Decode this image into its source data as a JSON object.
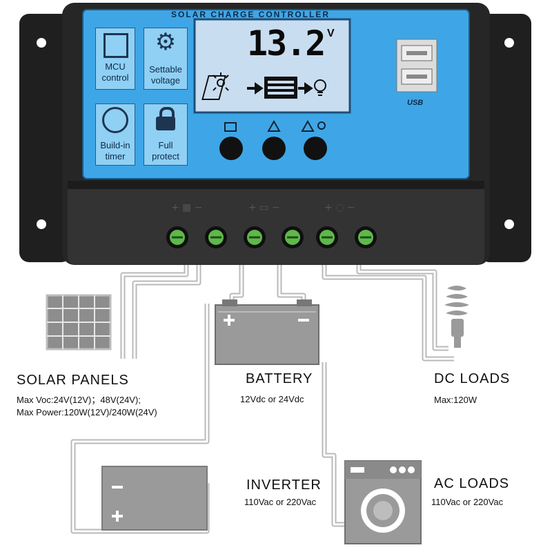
{
  "controller": {
    "header": "SOLAR CHARGE CONTROLLER",
    "lcd_value": "13.2",
    "lcd_unit": "V",
    "usb_label": "USB",
    "features": [
      {
        "line1": "MCU",
        "line2": "control",
        "icon": "chip-icon"
      },
      {
        "line1": "Settable",
        "line2": "voltage",
        "icon": "gear-icon"
      },
      {
        "line1": "Build-in",
        "line2": "timer",
        "icon": "clock-icon"
      },
      {
        "line1": "Full",
        "line2": "protect",
        "icon": "lock-icon"
      }
    ],
    "buttons": [
      {
        "icon": "menu-icon"
      },
      {
        "icon": "up-icon"
      },
      {
        "icon": "up-load-icon"
      }
    ],
    "terminal_count": 6
  },
  "components": {
    "solar": {
      "title": "SOLAR  PANELS",
      "line1": "Max  Voc:24V(12V)；48V(24V);",
      "line2": "Max  Power:120W(12V)/240W(24V)"
    },
    "battery": {
      "title": "BATTERY",
      "line1": "12Vdc  or  24Vdc"
    },
    "dc_loads": {
      "title": "DC  LOADS",
      "line1": "Max:120W"
    },
    "inverter": {
      "title": "INVERTER",
      "line1": "110Vac  or  220Vac"
    },
    "ac_loads": {
      "title": "AC  LOADS",
      "line1": "110Vac  or  220Vac"
    }
  },
  "colors": {
    "panel_blue": "#3ea6e6",
    "lcd_bg": "#c9ddf0",
    "wire": "#b9b9b9",
    "body": "#2a2a2a",
    "terminal_green": "#5fb84a"
  }
}
